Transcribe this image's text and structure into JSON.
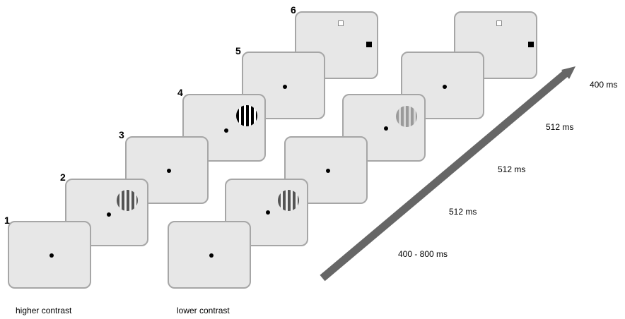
{
  "frame_numbers": [
    "1",
    "2",
    "3",
    "4",
    "5",
    "6"
  ],
  "timing_labels": [
    "400 - 800 ms",
    "512 ms",
    "512 ms",
    "512 ms",
    "400 ms"
  ],
  "conditions": {
    "higher": "higher contrast",
    "lower": "lower contrast"
  },
  "colors": {
    "frame_fill": "#e7e7e7",
    "frame_border": "#a6a6a6",
    "arrow": "#666666",
    "grating_high_dark": "#000000",
    "grating_high_light": "#ffffff",
    "grating_mid_dark": "#555555",
    "grating_low_dark": "#9a9a9a",
    "grating_low_light": "#d6d6d6"
  }
}
